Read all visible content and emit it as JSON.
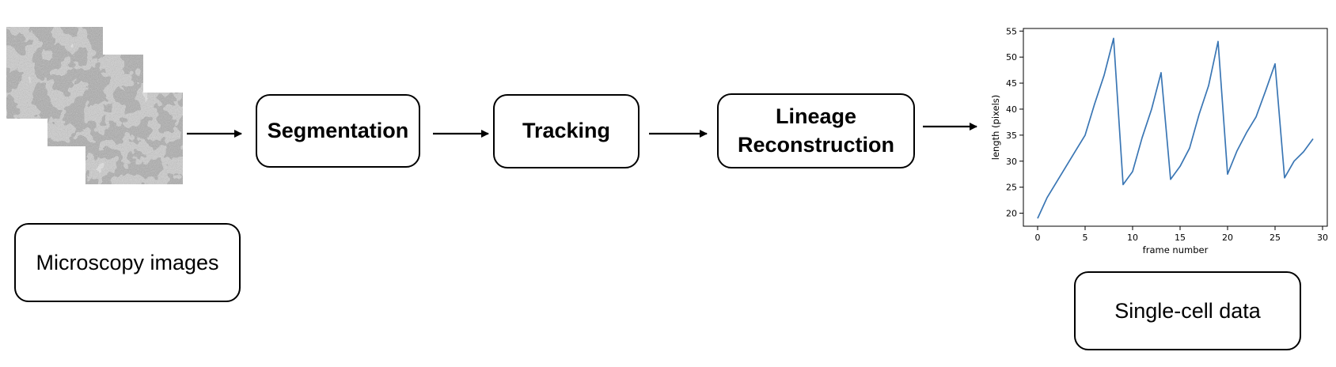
{
  "steps": {
    "microscopy": "Microscopy images",
    "segmentation": "Segmentation",
    "tracking": "Tracking",
    "lineage_line1": "Lineage",
    "lineage_line2": "Reconstruction",
    "single_cell": "Single-cell data"
  },
  "colors": {
    "line": "#3a76b4",
    "micrograph_bg": "#8a8a8a"
  },
  "chart_data": {
    "type": "line",
    "title": "",
    "xlabel": "frame number",
    "ylabel": "length (pixels)",
    "xlim": [
      -1.5,
      30.5
    ],
    "ylim": [
      17.5,
      55.5
    ],
    "xticks": [
      0,
      5,
      10,
      15,
      20,
      25,
      30
    ],
    "yticks": [
      20,
      25,
      30,
      35,
      40,
      45,
      50,
      55
    ],
    "grid": false,
    "series": [
      {
        "x": [
          0,
          1,
          2,
          3,
          4,
          5,
          6,
          7,
          8,
          9,
          10,
          11,
          12,
          13,
          14,
          15,
          16,
          17,
          18,
          19,
          20,
          21,
          22,
          23,
          24,
          25,
          26,
          27,
          28,
          29
        ],
        "values": [
          19.0,
          23.0,
          26.0,
          29.0,
          32.0,
          35.0,
          41.0,
          46.5,
          53.6,
          25.5,
          28.0,
          34.5,
          40.0,
          47.0,
          26.5,
          29.0,
          32.5,
          39.0,
          44.5,
          53.0,
          27.5,
          32.0,
          35.5,
          38.5,
          43.5,
          48.7,
          26.8,
          30.0,
          31.8,
          34.3
        ]
      }
    ]
  }
}
